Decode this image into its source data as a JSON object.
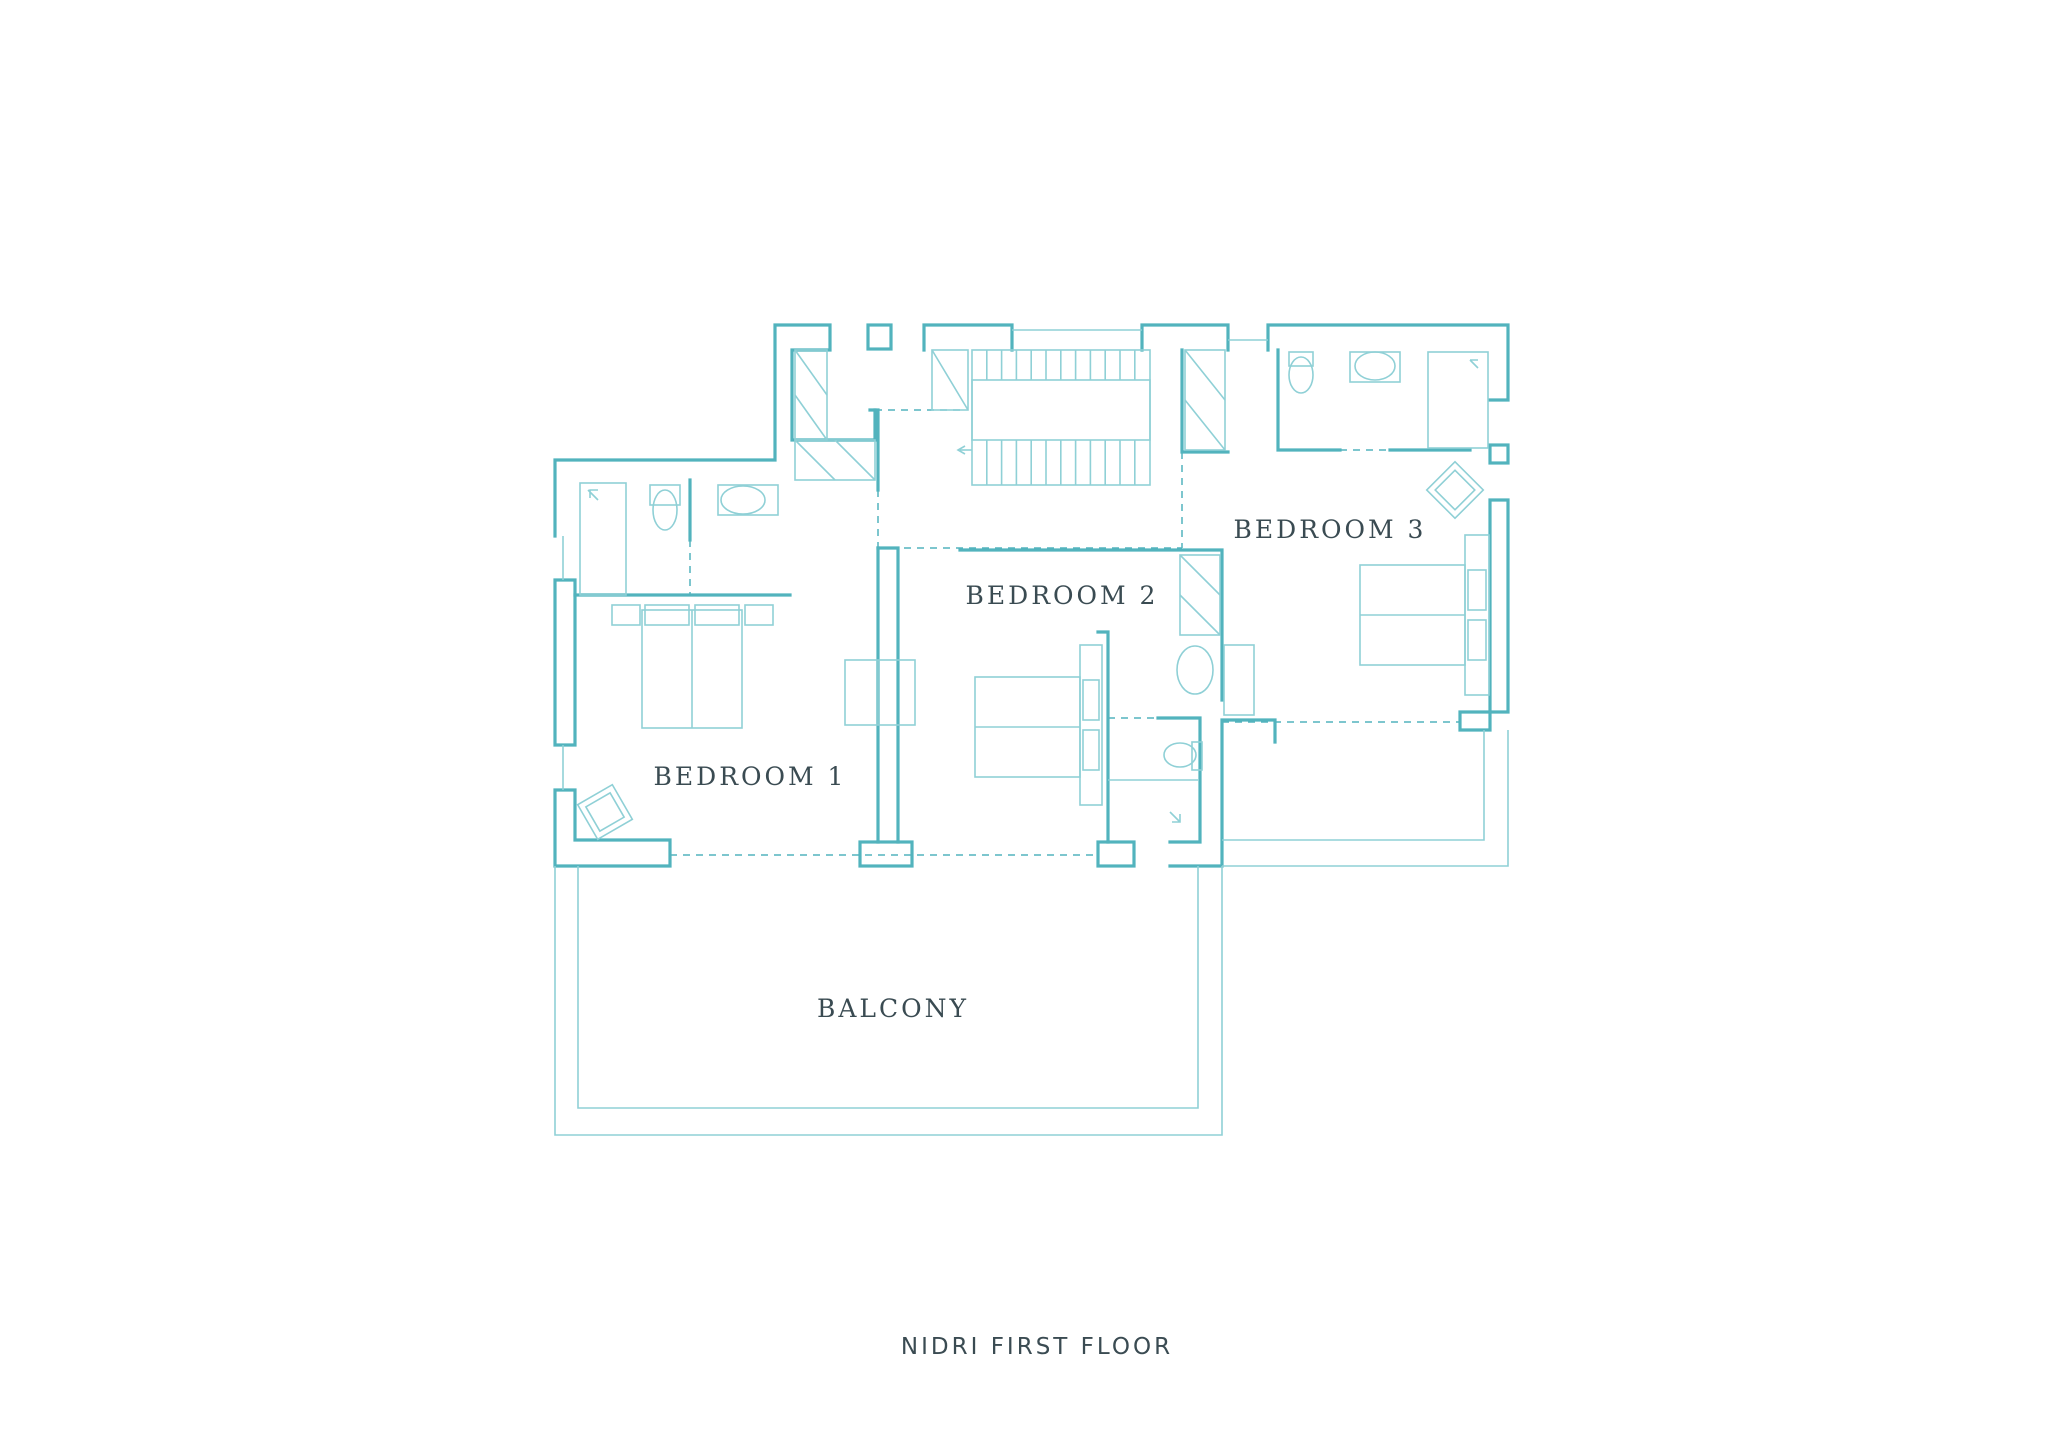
{
  "plan": {
    "rooms": {
      "bedroom1": "BEDROOM 1",
      "bedroom2": "BEDROOM 2",
      "bedroom3": "BEDROOM 3",
      "balcony": "BALCONY"
    },
    "caption": "NIDRI FIRST FLOOR"
  },
  "colors": {
    "wall": "#52b3bd",
    "furniture": "#8fd0d6",
    "text": "#3a4b52",
    "background": "#ffffff"
  }
}
